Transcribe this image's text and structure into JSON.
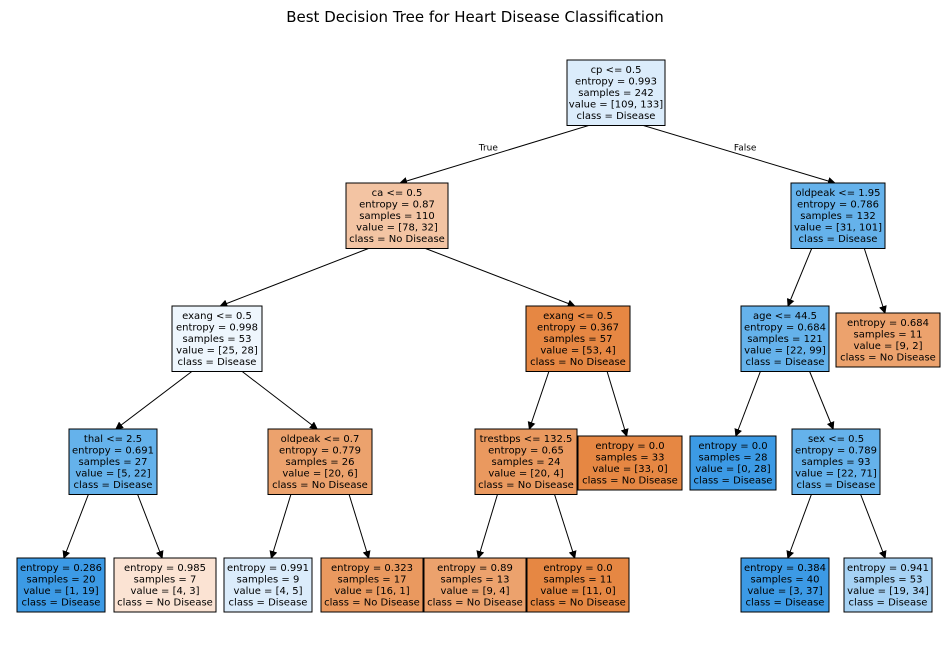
{
  "title": "Best Decision Tree for Heart Disease Classification",
  "colors": {
    "disease_strong": "#3c9ae5",
    "disease_medium": "#65b2eb",
    "disease_light": "#a6d2f4",
    "disease_pale": "#dbecfb",
    "disease_faint": "#eef6fd",
    "nodisease_strong": "#e68743",
    "nodisease_medium": "#ea995f",
    "nodisease_light": "#eca26d",
    "nodisease_pale": "#f3c4a3",
    "nodisease_faint": "#fbe3d3"
  },
  "edge_labels": {
    "left": "True",
    "right": "False"
  },
  "nodes": [
    {
      "id": "n0",
      "color": "disease_pale",
      "lines": [
        "cp <= 0.5",
        "entropy = 0.993",
        "samples = 242",
        "value = [109, 133]",
        "class = Disease"
      ]
    },
    {
      "id": "n1",
      "color": "nodisease_pale",
      "lines": [
        "ca <= 0.5",
        "entropy = 0.87",
        "samples = 110",
        "value = [78, 32]",
        "class = No Disease"
      ]
    },
    {
      "id": "n2",
      "color": "disease_faint",
      "lines": [
        "exang <= 0.5",
        "entropy = 0.998",
        "samples = 53",
        "value = [25, 28]",
        "class = Disease"
      ]
    },
    {
      "id": "n3",
      "color": "disease_medium",
      "lines": [
        "thal <= 2.5",
        "entropy = 0.691",
        "samples = 27",
        "value = [5, 22]",
        "class = Disease"
      ]
    },
    {
      "id": "n4",
      "color": "disease_strong",
      "lines": [
        "entropy = 0.286",
        "samples = 20",
        "value = [1, 19]",
        "class = Disease"
      ]
    },
    {
      "id": "n5",
      "color": "nodisease_faint",
      "lines": [
        "entropy = 0.985",
        "samples = 7",
        "value = [4, 3]",
        "class = No Disease"
      ]
    },
    {
      "id": "n6",
      "color": "nodisease_light",
      "lines": [
        "oldpeak <= 0.7",
        "entropy = 0.779",
        "samples = 26",
        "value = [20, 6]",
        "class = No Disease"
      ]
    },
    {
      "id": "n7",
      "color": "disease_pale",
      "lines": [
        "entropy = 0.991",
        "samples = 9",
        "value = [4, 5]",
        "class = Disease"
      ]
    },
    {
      "id": "n8",
      "color": "nodisease_medium",
      "lines": [
        "entropy = 0.323",
        "samples = 17",
        "value = [16, 1]",
        "class = No Disease"
      ]
    },
    {
      "id": "n9",
      "color": "nodisease_strong",
      "lines": [
        "exang <= 0.5",
        "entropy = 0.367",
        "samples = 57",
        "value = [53, 4]",
        "class = No Disease"
      ]
    },
    {
      "id": "n10",
      "color": "nodisease_medium",
      "lines": [
        "trestbps <= 132.5",
        "entropy = 0.65",
        "samples = 24",
        "value = [20, 4]",
        "class = No Disease"
      ]
    },
    {
      "id": "n11",
      "color": "nodisease_light",
      "lines": [
        "entropy = 0.89",
        "samples = 13",
        "value = [9, 4]",
        "class = No Disease"
      ]
    },
    {
      "id": "n12",
      "color": "nodisease_strong",
      "lines": [
        "entropy = 0.0",
        "samples = 11",
        "value = [11, 0]",
        "class = No Disease"
      ]
    },
    {
      "id": "n13",
      "color": "nodisease_strong",
      "lines": [
        "entropy = 0.0",
        "samples = 33",
        "value = [33, 0]",
        "class = No Disease"
      ]
    },
    {
      "id": "n14",
      "color": "disease_medium",
      "lines": [
        "oldpeak <= 1.95",
        "entropy = 0.786",
        "samples = 132",
        "value = [31, 101]",
        "class = Disease"
      ]
    },
    {
      "id": "n15",
      "color": "disease_medium",
      "lines": [
        "age <= 44.5",
        "entropy = 0.684",
        "samples = 121",
        "value = [22, 99]",
        "class = Disease"
      ]
    },
    {
      "id": "n16",
      "color": "disease_strong",
      "lines": [
        "entropy = 0.0",
        "samples = 28",
        "value = [0, 28]",
        "class = Disease"
      ]
    },
    {
      "id": "n17",
      "color": "disease_medium",
      "lines": [
        "sex <= 0.5",
        "entropy = 0.789",
        "samples = 93",
        "value = [22, 71]",
        "class = Disease"
      ]
    },
    {
      "id": "n18",
      "color": "disease_strong",
      "lines": [
        "entropy = 0.384",
        "samples = 40",
        "value = [3, 37]",
        "class = Disease"
      ]
    },
    {
      "id": "n19",
      "color": "disease_light",
      "lines": [
        "entropy = 0.941",
        "samples = 53",
        "value = [19, 34]",
        "class = Disease"
      ]
    },
    {
      "id": "n20",
      "color": "nodisease_light",
      "lines": [
        "entropy = 0.684",
        "samples = 11",
        "value = [9, 2]",
        "class = No Disease"
      ]
    }
  ],
  "edges": [
    {
      "from": "n0",
      "to": "n1",
      "label": "left"
    },
    {
      "from": "n0",
      "to": "n14",
      "label": "right"
    },
    {
      "from": "n1",
      "to": "n2"
    },
    {
      "from": "n1",
      "to": "n9"
    },
    {
      "from": "n2",
      "to": "n3"
    },
    {
      "from": "n2",
      "to": "n6"
    },
    {
      "from": "n3",
      "to": "n4"
    },
    {
      "from": "n3",
      "to": "n5"
    },
    {
      "from": "n6",
      "to": "n7"
    },
    {
      "from": "n6",
      "to": "n8"
    },
    {
      "from": "n9",
      "to": "n10"
    },
    {
      "from": "n9",
      "to": "n13"
    },
    {
      "from": "n10",
      "to": "n11"
    },
    {
      "from": "n10",
      "to": "n12"
    },
    {
      "from": "n14",
      "to": "n15"
    },
    {
      "from": "n14",
      "to": "n20"
    },
    {
      "from": "n15",
      "to": "n16"
    },
    {
      "from": "n15",
      "to": "n17"
    },
    {
      "from": "n17",
      "to": "n18"
    },
    {
      "from": "n17",
      "to": "n19"
    }
  ]
}
